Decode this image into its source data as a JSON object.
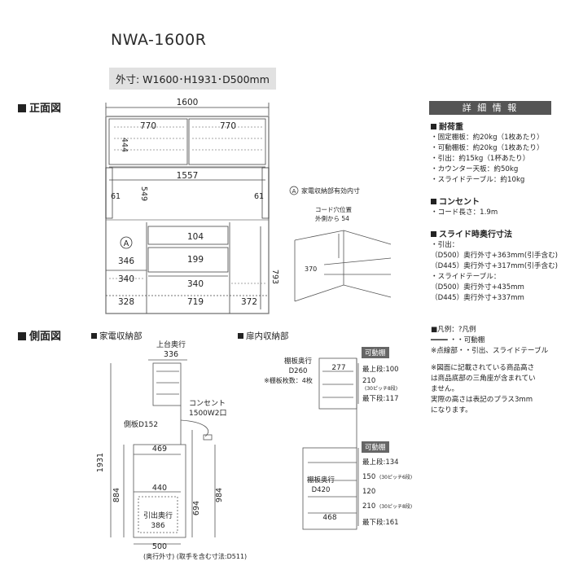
{
  "model": "NWA-1600R",
  "outer_dims": "外寸: W1600･H1931･D500mm",
  "sections": {
    "front": "正面図",
    "side": "側面図"
  },
  "front": {
    "width": "1600",
    "upper_left": "770",
    "upper_right": "770",
    "upper_h": "444",
    "counter_w": "1557",
    "side_l": "61",
    "side_r": "61",
    "counter_h": "549",
    "a_mark": "A",
    "mid_w": "346",
    "drawer1": "104",
    "drawer2": "199",
    "lower_l_top": "340",
    "lower_c_top": "340",
    "total_h": "793",
    "bottom_l": "328",
    "bottom_c": "719",
    "bottom_r": "372"
  },
  "appliance_detail": {
    "title": "家電収納部有効内寸",
    "a_mark": "A",
    "cord_note1": "コード穴位置",
    "cord_note2": "外側から 54",
    "dim": "370"
  },
  "spec": {
    "header": "詳 細 情 報",
    "load_title": "耐荷重",
    "load_items": [
      "・固定棚板：約20kg（1枚あたり）",
      "・可動棚板：約20kg（1枚あたり）",
      "・引出：約15kg（1杯あたり）",
      "・カウンター天板：約50kg",
      "・スライドテーブル：約10kg"
    ],
    "outlet_title": "コンセント",
    "outlet_items": [
      "・コード長さ：1.9m"
    ],
    "slide_title": "スライド時奥行寸法",
    "slide_items": [
      "・引出：",
      "（D500）奥行外寸+363mm(引手含む)",
      "（D445）奥行外寸+317mm(引手含む)",
      "・スライドテーブル：",
      "（D500）奥行外寸+435mm",
      "（D445）奥行外寸+337mm"
    ],
    "legend_title": "■凡例：?凡例",
    "legend_line1": "━━━━ ・・可動棚",
    "legend_line2": "※点線部・・引出、スライドテーブル",
    "note": [
      "※図面に記載されている商品高さ",
      "は商品底部の三角座が含まれてい",
      "ません。",
      "実際の高さは表記のプラス3mm",
      "になります。"
    ]
  },
  "side_appliance": {
    "label": "家電収納部",
    "top_depth_label": "上台奥行",
    "top_depth": "336",
    "outlet_label": "コンセント",
    "outlet_spec": "1500W2口",
    "side_board": "側板D152",
    "dim_469": "469",
    "dim_440": "440",
    "total_h": "1931",
    "h_884": "884",
    "h_694": "694",
    "h_984": "984",
    "drawer_label": "引出奥行",
    "drawer_depth": "386",
    "bottom_w": "500",
    "footer": "(奥行外寸) (取手を含む寸法:D511)"
  },
  "side_door": {
    "label": "扉内収納部",
    "badge1": "可動棚",
    "badge2": "可動棚",
    "shelf_depth_label": "棚板奥行",
    "shelf_depth": "D260",
    "shelf_count": "※棚板枚数：4枚",
    "dim_277": "277",
    "top_shelf": "最上段:100",
    "pitch1": "210",
    "pitch1_note": "(30ピッチ8段)",
    "bottom_shelf": "最下段:117",
    "low_top": "最上段:134",
    "pitch2": "150",
    "pitch2_note": "(30ピッチ6段)",
    "mid": "120",
    "pitch3": "210",
    "pitch3_note": "(30ピッチ8段)",
    "low_bottom": "最下段:161",
    "lower_depth_label": "棚板奥行",
    "lower_depth": "D420",
    "dim_468": "468"
  }
}
